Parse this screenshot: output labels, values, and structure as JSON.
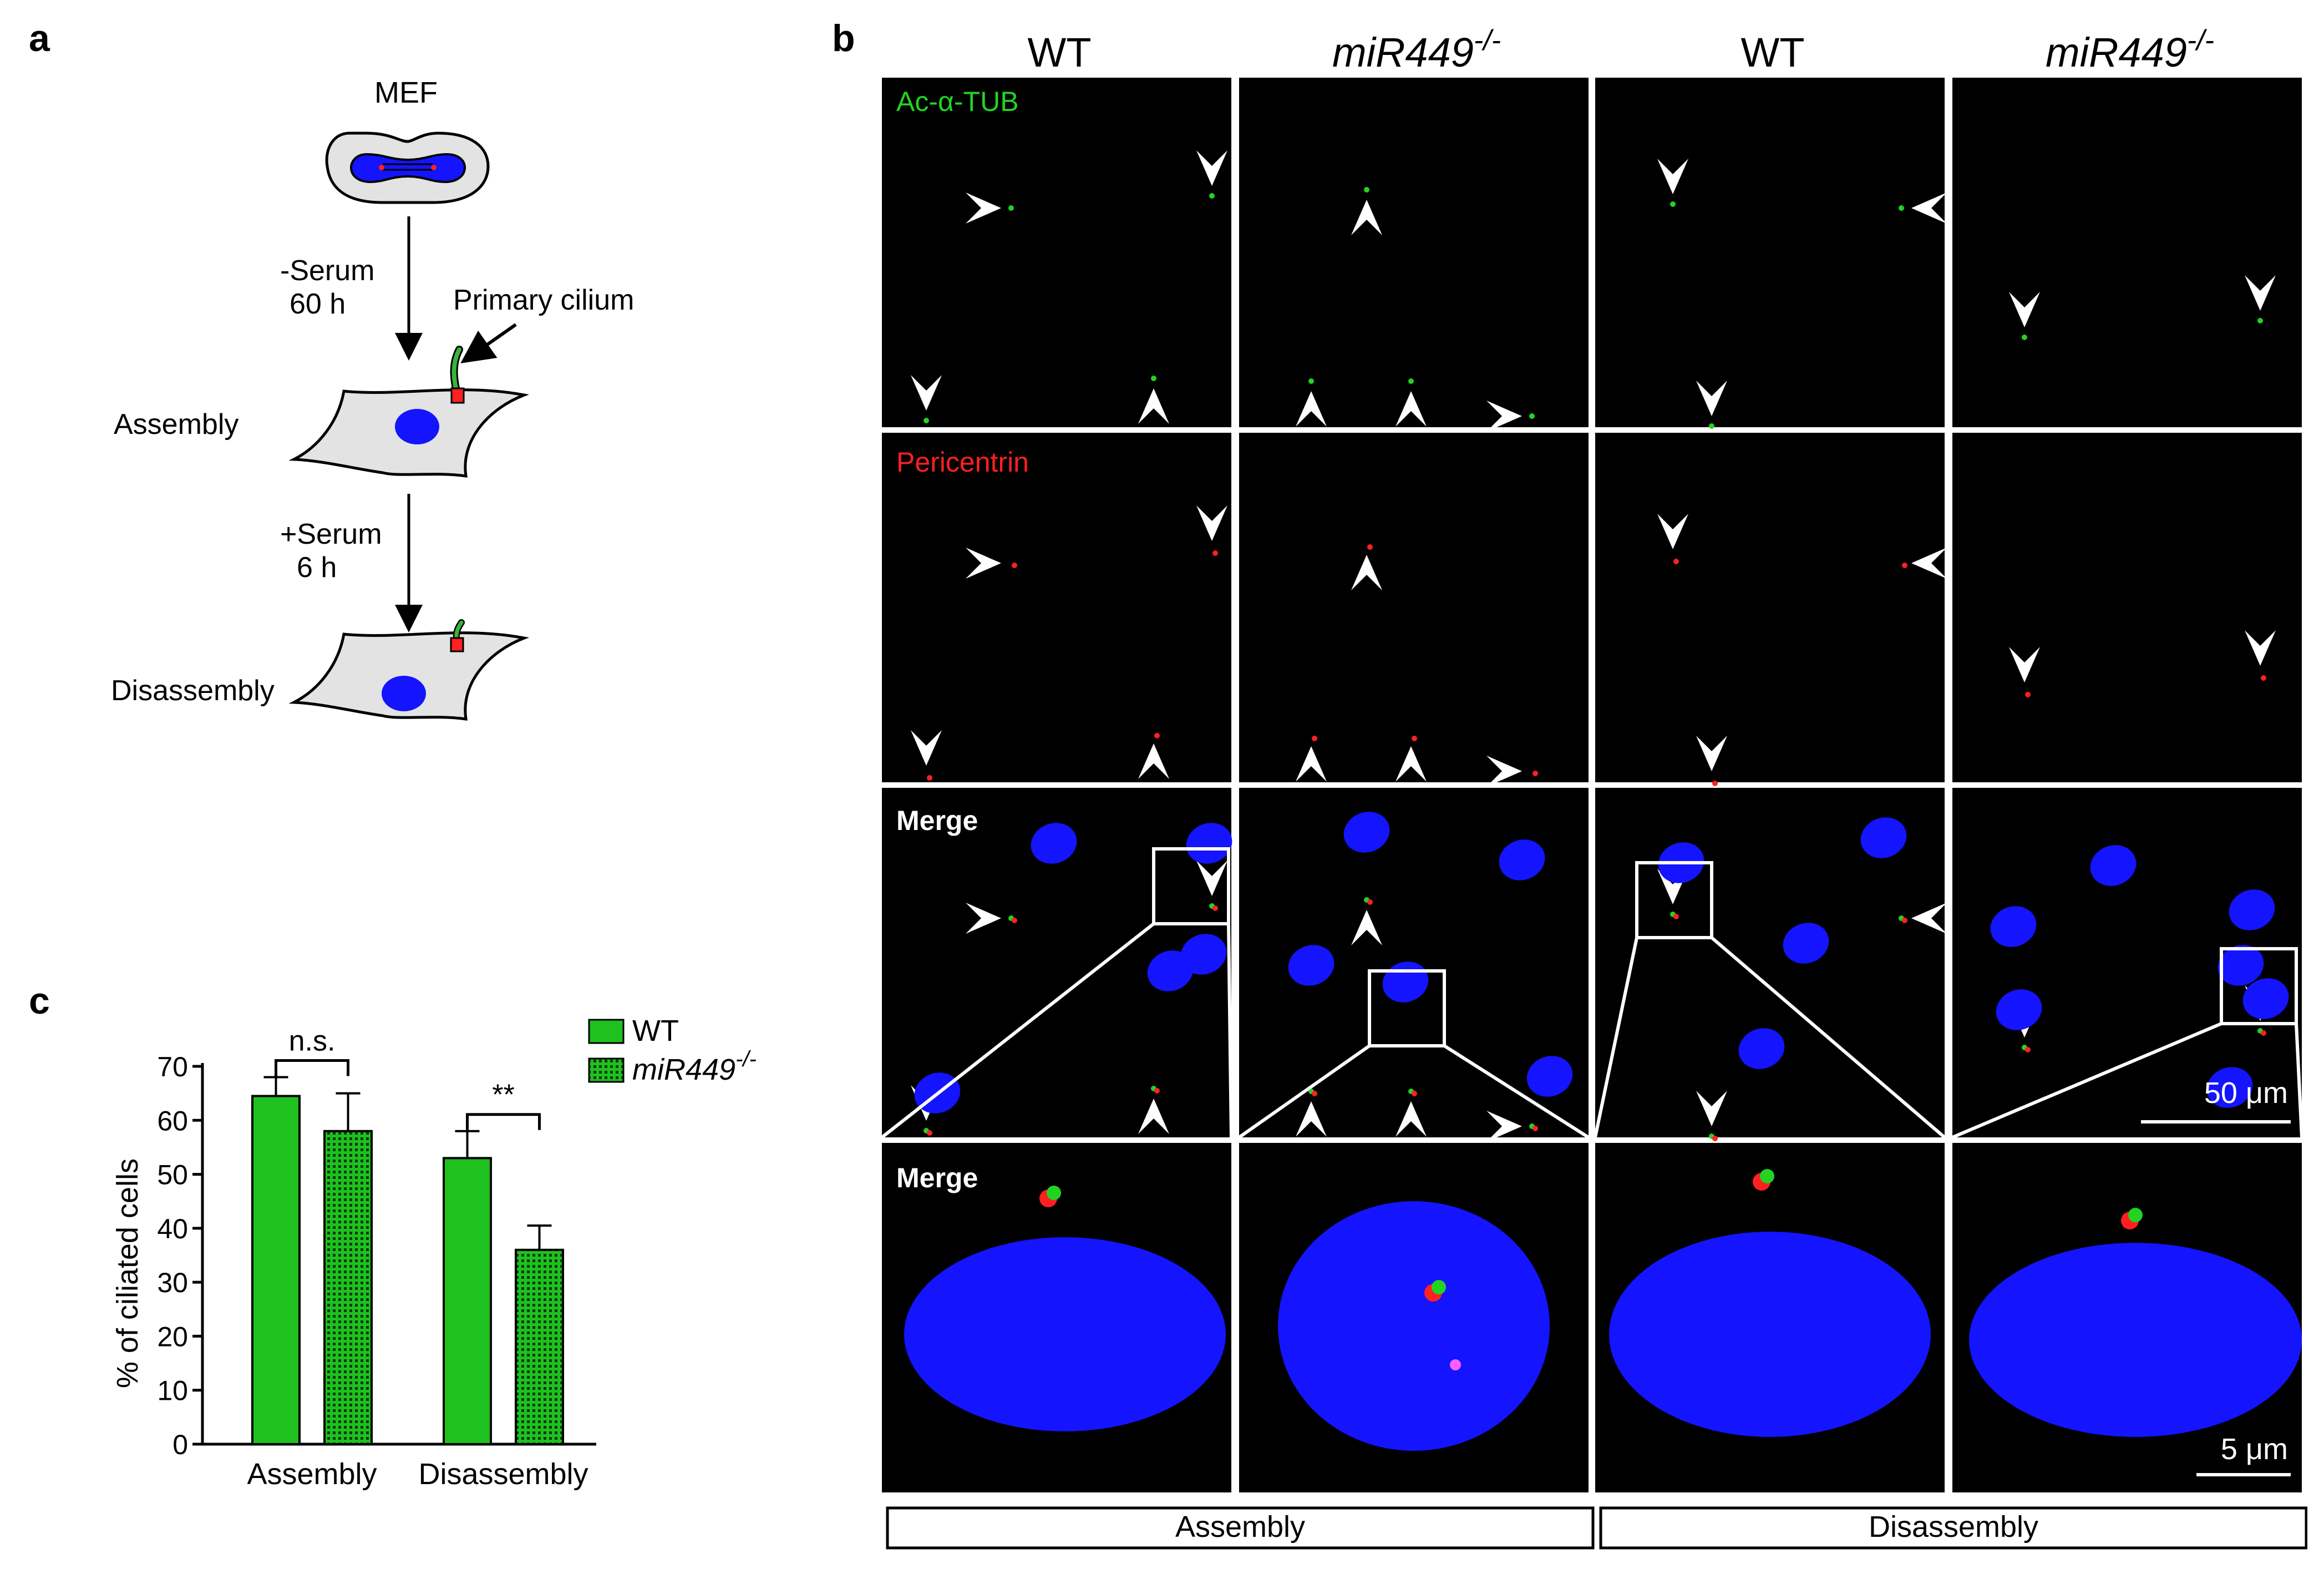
{
  "panels": {
    "a": "a",
    "b": "b",
    "c": "c"
  },
  "schematic": {
    "cell_label": "MEF",
    "step1_line1": "-Serum",
    "step1_line2": "60 h",
    "cilium_label": "Primary cilium",
    "state1": "Assembly",
    "step2_line1": "+Serum",
    "step2_line2": "6 h",
    "state2": "Disassembly"
  },
  "micrograph": {
    "columns": [
      {
        "name": "WT",
        "italic": false
      },
      {
        "name": "miR449",
        "sup": "-/-",
        "italic": true
      },
      {
        "name": "WT",
        "italic": false
      },
      {
        "name": "miR449",
        "sup": "-/-",
        "italic": true
      }
    ],
    "rows": [
      {
        "label": "Ac-α-TUB",
        "color": "#22d322"
      },
      {
        "label": "Pericentrin",
        "color": "#ff2020"
      },
      {
        "label": "Merge",
        "color": "#ffffff"
      },
      {
        "label": "Merge",
        "color": "#ffffff"
      }
    ],
    "scalebars": {
      "overview": "50 μm",
      "zoom": "5 μm"
    },
    "conditions": [
      "Assembly",
      "Disassembly"
    ],
    "channel_colors": {
      "nucleus": "#1414ff",
      "cilium": "#22d322",
      "centrosome": "#ff2020"
    }
  },
  "chart_data": {
    "type": "bar",
    "categories": [
      "Assembly",
      "Disassembly"
    ],
    "series": [
      {
        "name": "WT",
        "values": [
          64.5,
          53.0
        ],
        "errors": [
          3.5,
          5.0
        ],
        "color": "#1ec11e"
      },
      {
        "name": "miR449",
        "name_sup": "-/-",
        "values": [
          58.0,
          36.0
        ],
        "errors": [
          7.0,
          4.5
        ],
        "color": "#1ec11e",
        "pattern": "dots"
      }
    ],
    "ylabel": "% of ciliated cells",
    "ylim": [
      0,
      70
    ],
    "yticks": [
      0,
      10,
      20,
      30,
      40,
      50,
      60,
      70
    ],
    "significance": [
      "n.s.",
      "**"
    ]
  }
}
